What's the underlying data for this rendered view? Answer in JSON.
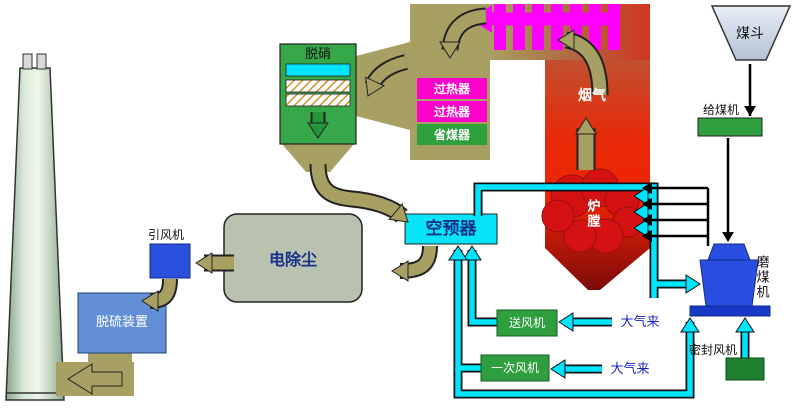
{
  "diagram": {
    "type": "coal-power-plant-boiler-flow-diagram",
    "labels": {
      "scr": "脱硝",
      "superheater_1": "过热器",
      "superheater_2": "过热器",
      "economizer": "省煤器",
      "flue_gas": "烟气",
      "coal_hopper": "煤斗",
      "coal_feeder": "给煤机",
      "furnace": "炉膛",
      "air_preheater": "空预器",
      "esp": "电除尘",
      "id_fan": "引风机",
      "fgd": "脱硫装置",
      "fd_fan": "送风机",
      "pa_fan": "一次风机",
      "seal_fan": "密封风机",
      "coal_mill": "磨煤机",
      "air_inlet_1": "大气来",
      "air_inlet_2": "大气来"
    },
    "colors": {
      "flue_duct_khaki": "#a8a062",
      "magenta": "#ff00ff",
      "air_cyan": "#00e5ff",
      "equipment_green": "#2f9e3e",
      "furnace_red": "#ee2505",
      "fan_blue": "#2b50dd",
      "fgd_blue": "#628fd6",
      "esp_gray": "#b9c2ae"
    }
  }
}
